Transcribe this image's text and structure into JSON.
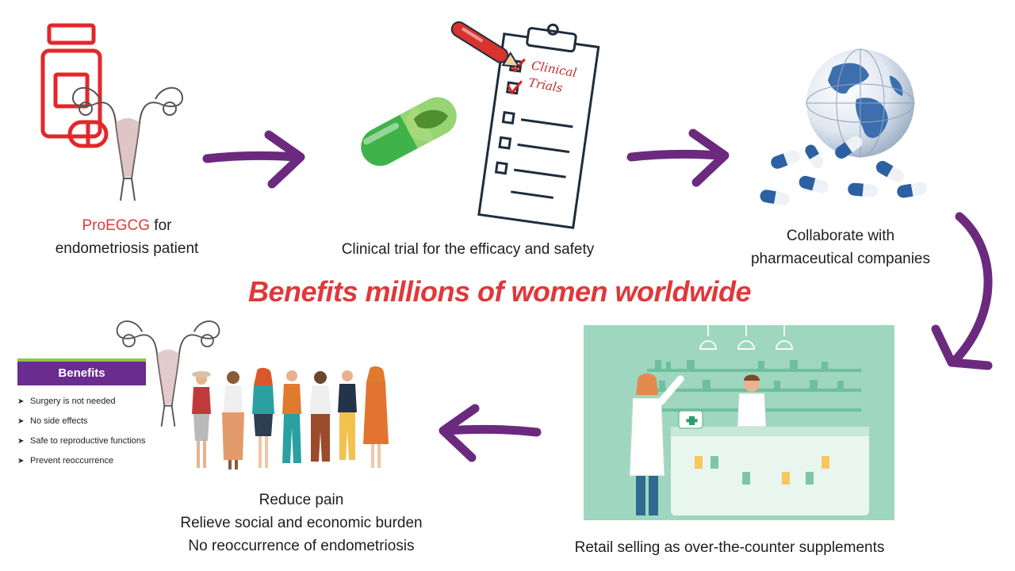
{
  "headline": "Benefits millions of women worldwide",
  "steps": {
    "step1": {
      "highlight": "ProEGCG",
      "text_line1_rest": " for",
      "text_line2": "endometriosis patient"
    },
    "step2": {
      "text": "Clinical trial for the efficacy and safety"
    },
    "step3": {
      "line1": "Collaborate with",
      "line2": "pharmaceutical companies"
    },
    "step4": {
      "text": "Retail selling as over-the-counter supplements"
    },
    "step5": {
      "line1": "Reduce pain",
      "line2": "Relieve social and economic burden",
      "line3": "No reoccurrence of endometriosis"
    }
  },
  "benefits_box": {
    "title": "Benefits",
    "items": [
      "Surgery is not needed",
      "No side effects",
      "Safe to reproductive functions",
      "Prevent reoccurrence"
    ]
  },
  "clipboard_text": {
    "line1": "Clinical",
    "line2": "Trials"
  },
  "colors": {
    "arrow": "#6b2a7e",
    "accent_red": "#e0383a",
    "benefits_header": "#6a2c8e",
    "pharmacy_bg": "#9fd6bf",
    "capsule_green": "#3fb24a"
  },
  "icons": [
    "pill-bottle-icon",
    "uterus-icon",
    "capsule-icon",
    "clipboard-icon",
    "pen-icon",
    "globe-icon",
    "pills-icon",
    "pharmacy-icon",
    "women-group-icon"
  ]
}
